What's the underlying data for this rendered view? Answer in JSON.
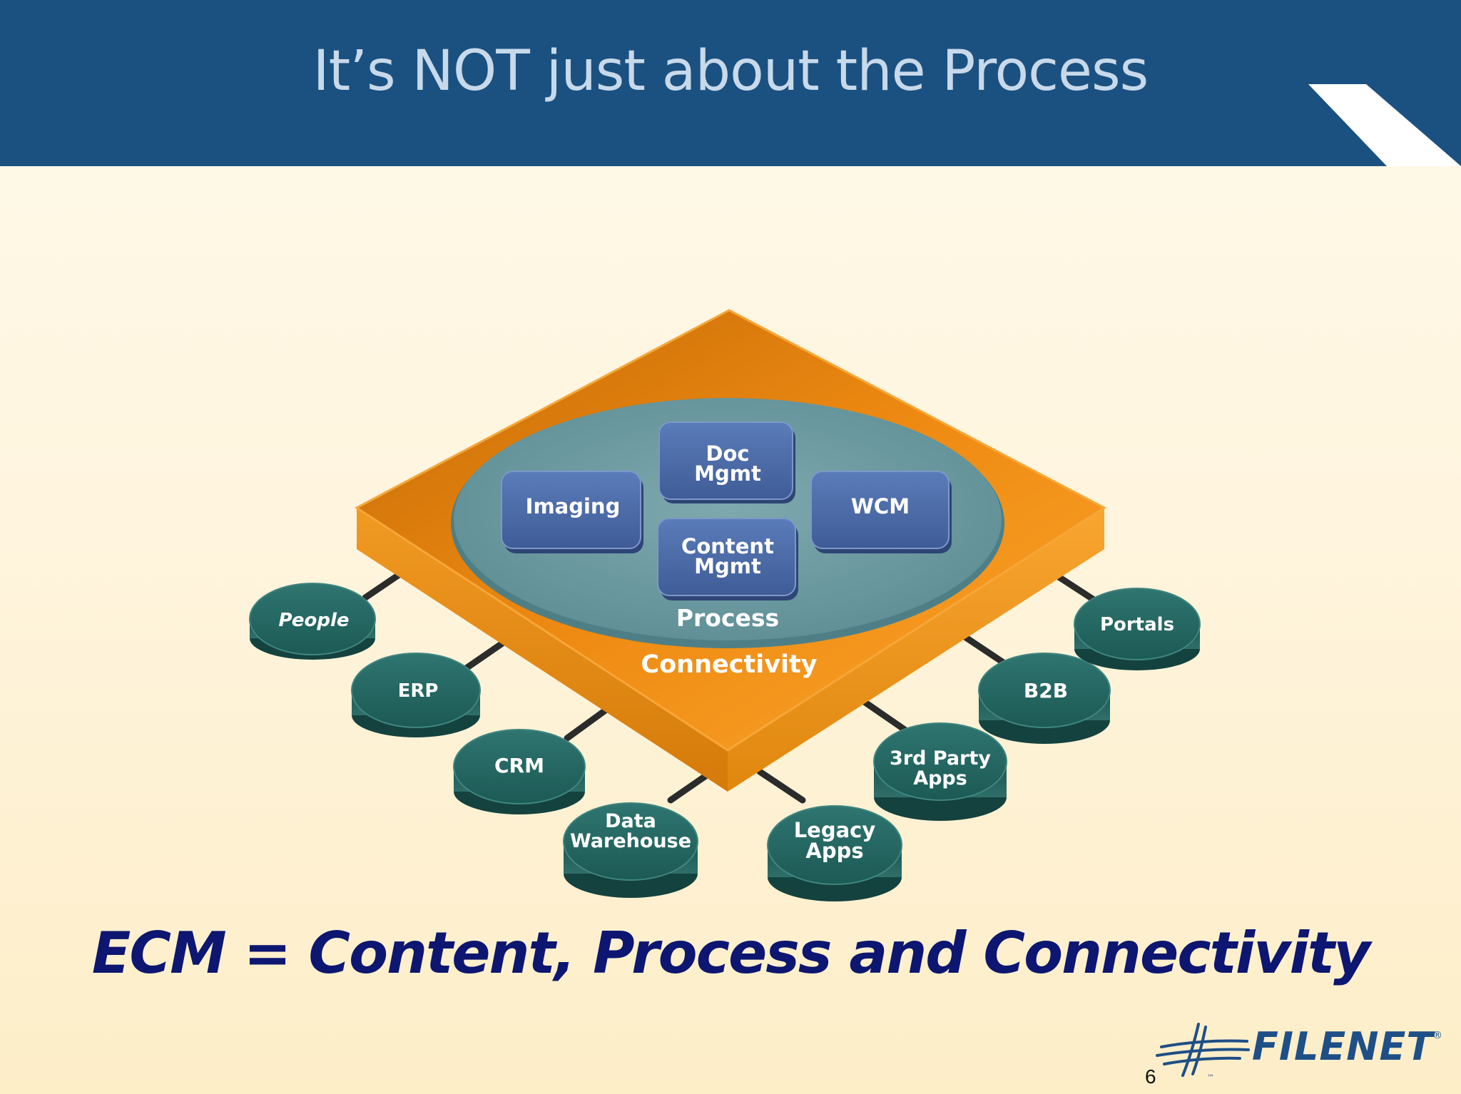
{
  "header": {
    "title": "It’s NOT just about the Process"
  },
  "diagram": {
    "center_boxes": {
      "doc_mgmt": [
        "Doc",
        "Mgmt"
      ],
      "imaging": "Imaging",
      "wcm": "WCM",
      "content_mgmt": [
        "Content",
        "Mgmt"
      ]
    },
    "process_label": "Process",
    "connectivity_label": "Connectivity",
    "nodes": {
      "people": "People",
      "erp": "ERP",
      "crm": "CRM",
      "data_warehouse": [
        "Data",
        "Warehouse"
      ],
      "legacy_apps": [
        "Legacy",
        "Apps"
      ],
      "third_party_apps": [
        "3rd Party",
        "Apps"
      ],
      "b2b": "B2B",
      "portals": "Portals"
    }
  },
  "footer": {
    "tagline": "ECM = Content, Process and Connectivity",
    "page_number": "6",
    "logo_text": "FILENET",
    "logo_tm": "™",
    "logo_reg": "®"
  },
  "colors": {
    "header": "#1a5181",
    "platform": "#f08a10",
    "ellipse": "#6f9ea4",
    "box": "#4e6fac",
    "node": "#1f5d58",
    "tagline": "#0d1670"
  }
}
